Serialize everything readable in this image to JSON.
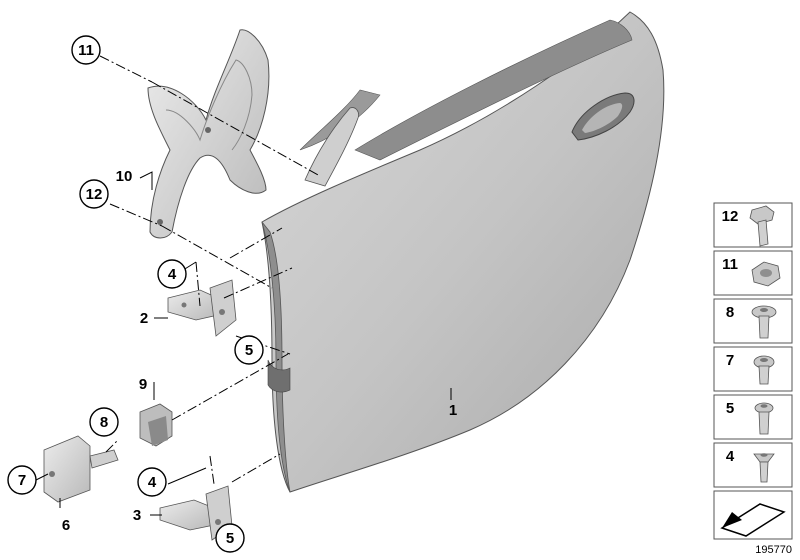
{
  "diagram_id": "195770",
  "callouts": {
    "c1": "1",
    "c2": "2",
    "c3": "3",
    "c4a": "4",
    "c4b": "4",
    "c5a": "5",
    "c5b": "5",
    "c6": "6",
    "c7": "7",
    "c8": "8",
    "c9": "9",
    "c10": "10",
    "c11": "11",
    "c12": "12"
  },
  "legend": [
    {
      "number": "12",
      "part": "hex-bolt-icon"
    },
    {
      "number": "11",
      "part": "hex-nut-icon"
    },
    {
      "number": "8",
      "part": "torx-collar-screw-icon"
    },
    {
      "number": "7",
      "part": "torx-pan-screw-icon"
    },
    {
      "number": "5",
      "part": "torx-screw-icon"
    },
    {
      "number": "4",
      "part": "torx-countersunk-screw-icon"
    }
  ],
  "colors": {
    "door_panel": "#c9c9c9",
    "door_shadow": "#a8a8a8",
    "metal_part": "#d8d8d8",
    "outline": "#333333"
  }
}
